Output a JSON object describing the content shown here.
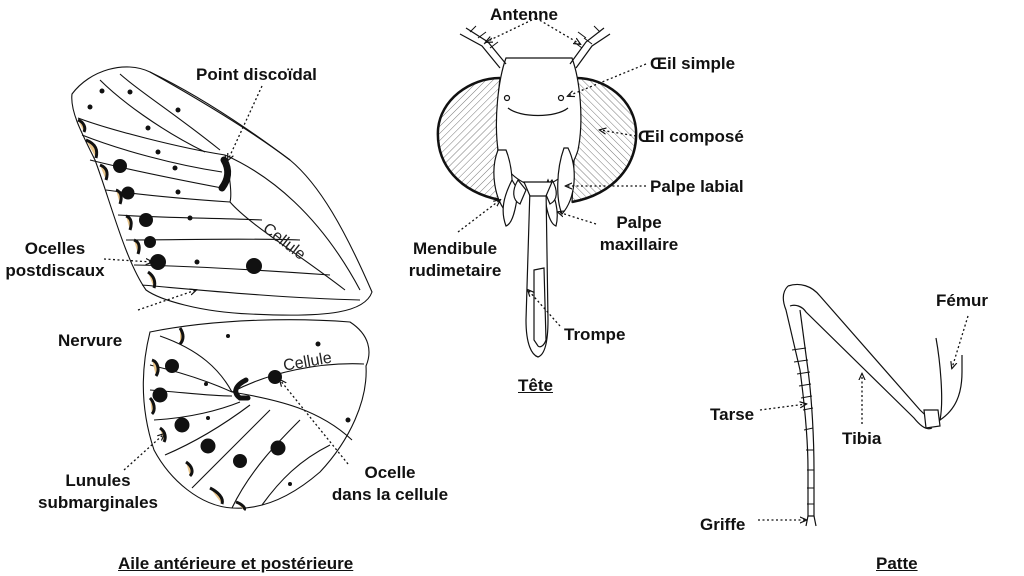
{
  "labels": {
    "antenne": "Antenne",
    "oeil_simple": "Œil simple",
    "oeil_compose": "Œil composé",
    "palpe_labial": "Palpe labial",
    "palpe_maxillaire_1": "Palpe",
    "palpe_maxillaire_2": "maxillaire",
    "mendibule_1": "Mendibule",
    "mendibule_2": "rudimetaire",
    "trompe": "Trompe",
    "point_discoidal": "Point discoïdal",
    "cellule_front": "Cellule",
    "cellule_hind": "Cellule",
    "ocelles_1": "Ocelles",
    "ocelles_2": "postdiscaux",
    "nervure": "Nervure",
    "lunules_1": "Lunules",
    "lunules_2": "submarginales",
    "ocelle_cellule_1": "Ocelle",
    "ocelle_cellule_2": "dans la cellule",
    "femur": "Fémur",
    "tarse": "Tarse",
    "tibia": "Tibia",
    "griffe": "Griffe"
  },
  "captions": {
    "wings": "Aile antérieure et postérieure",
    "head": "Tête",
    "leg": "Patte"
  },
  "colors": {
    "line": "#111111",
    "lunule_fill": "#e9c58a",
    "hatch": "#555555"
  }
}
